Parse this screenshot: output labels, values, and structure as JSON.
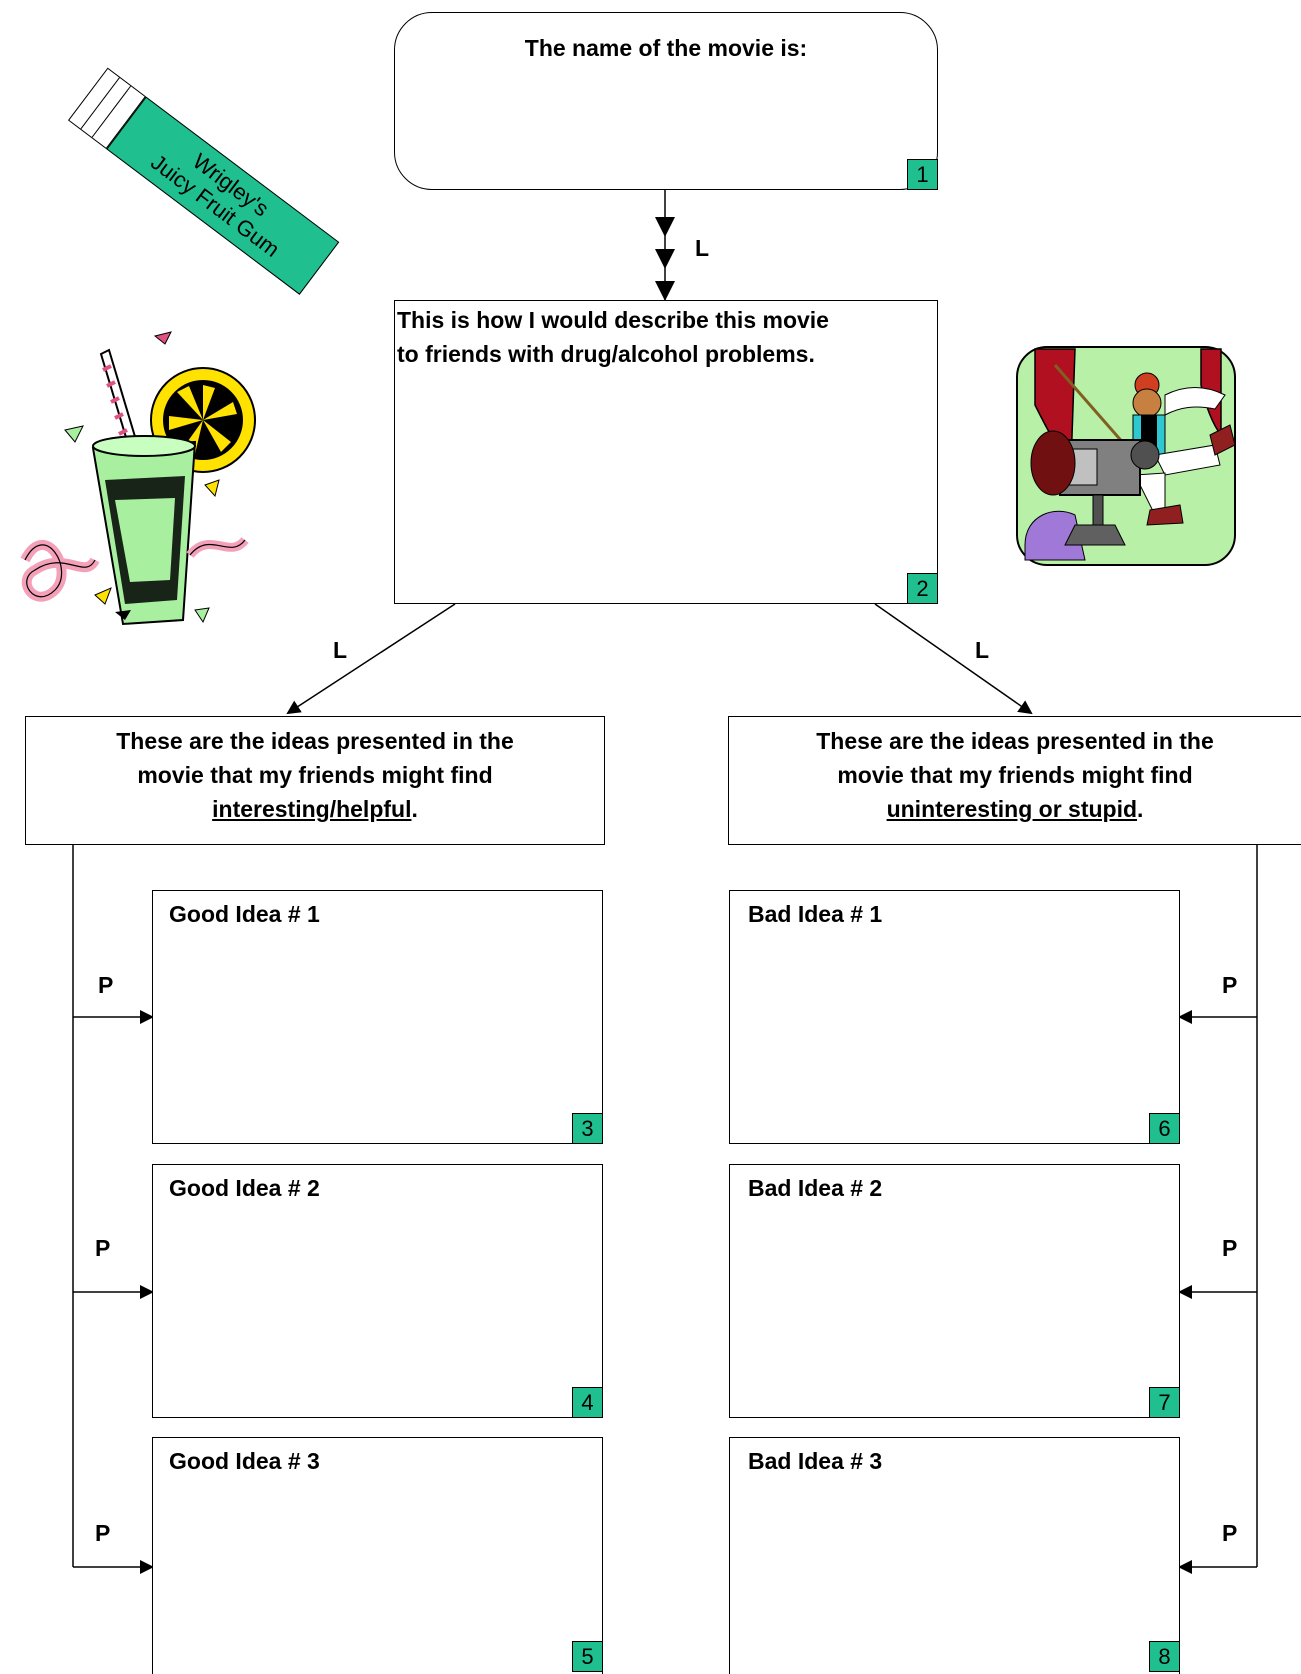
{
  "title_box": {
    "text": "The name of the movie is:",
    "number": "1"
  },
  "describe_box": {
    "line1": "This is how I would describe this movie",
    "line2": "to friends with drug/alcohol problems.",
    "number": "2"
  },
  "left_header": {
    "line1": "These are the ideas presented in the",
    "line2": "movie that my friends might find",
    "emph": "interesting/helpful",
    "tail": "."
  },
  "right_header": {
    "line1": "These are the ideas presented in the",
    "line2": "movie that my friends might find",
    "emph": "uninteresting or stupid",
    "tail": "."
  },
  "good_ideas": [
    {
      "label": "Good Idea # 1",
      "number": "3"
    },
    {
      "label": "Good Idea # 2",
      "number": "4"
    },
    {
      "label": "Good Idea # 3",
      "number": "5"
    }
  ],
  "bad_ideas": [
    {
      "label": "Bad Idea # 1",
      "number": "6"
    },
    {
      "label": "Bad Idea # 2",
      "number": "7"
    },
    {
      "label": "Bad Idea # 3",
      "number": "8"
    }
  ],
  "connector_labels": {
    "top": "L",
    "left": "L",
    "right": "L",
    "p": "P"
  },
  "gum": {
    "line1": "Wrigley's",
    "line2": "Juicy Fruit Gum"
  },
  "colors": {
    "box_number_fill": "#1fbf8f",
    "gum_green": "#1fbf8f"
  },
  "clipart": [
    "juice-glass-icon",
    "movie-camera-icon"
  ]
}
